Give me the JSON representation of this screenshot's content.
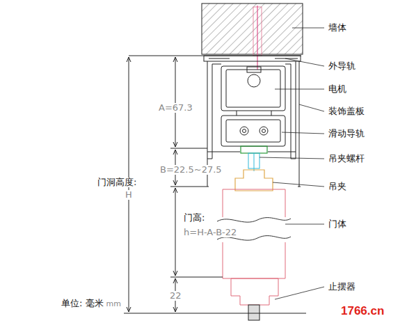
{
  "diagram": {
    "labels": [
      "墙体",
      "外导轨",
      "电机",
      "装饰盖板",
      "滑动导轨",
      "吊夹螺杆",
      "吊夹",
      "门体",
      "止摆器",
      "A=67.3",
      "B=22.5~27.5",
      "门洞高度:",
      "H",
      "门高:",
      "h=H-A-B-22",
      "22",
      "单位: 毫米",
      "mm",
      "1766.cn"
    ]
  }
}
